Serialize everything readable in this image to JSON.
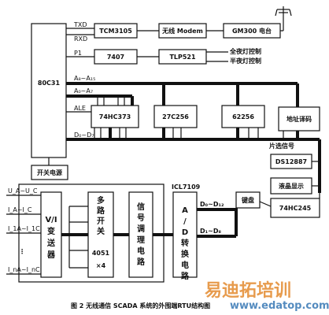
{
  "signals": {
    "txd": "TXD",
    "rxd": "RXD",
    "p1": "P1",
    "a8_a15": "A₈~A₁₅",
    "a0_a7": "A₀~A₇",
    "ale": "ALE",
    "d0_d7": "D₀~D₇",
    "chip_select": "片选信号",
    "all_night_light": "全夜灯控制",
    "half_night_light": "半夜灯控制",
    "d0_d12": "D₀~D₁₂",
    "d1_d8": "D₁~D₈",
    "icl7109": "ICL7109"
  },
  "inputs": [
    "U_A~U_C",
    "I_A~I_C",
    "I_1A~I_1C",
    "⋮",
    "I_nA~I_nC"
  ],
  "blocks": {
    "tcm3105": "TCM3105",
    "wireless_modem": "无线 Modem",
    "gm300": "GM300 电台",
    "ic7407": "7407",
    "tlp521": "TLP521",
    "mcu": "80C31",
    "hc373": "74HC373",
    "eprom": "27C256",
    "ram": "62256",
    "addr_decode": "地址译码",
    "ds12887": "DS12887",
    "lcd": "液晶显示",
    "keyboard": "键盘",
    "hc245": "74HC245",
    "power": "开关电源",
    "vi_converter": "V/I变送器",
    "mux": "多路开关",
    "mux_chip": "4051",
    "mux_count": "×4",
    "signal_cond": "信号调理电路",
    "adc": "A/D转换电路"
  },
  "caption": "图 2  无线通信 SCADA 系统的外围端RTU结构图",
  "watermark": {
    "main": "易迪拓培训",
    "sub": "www.edatop.com"
  }
}
